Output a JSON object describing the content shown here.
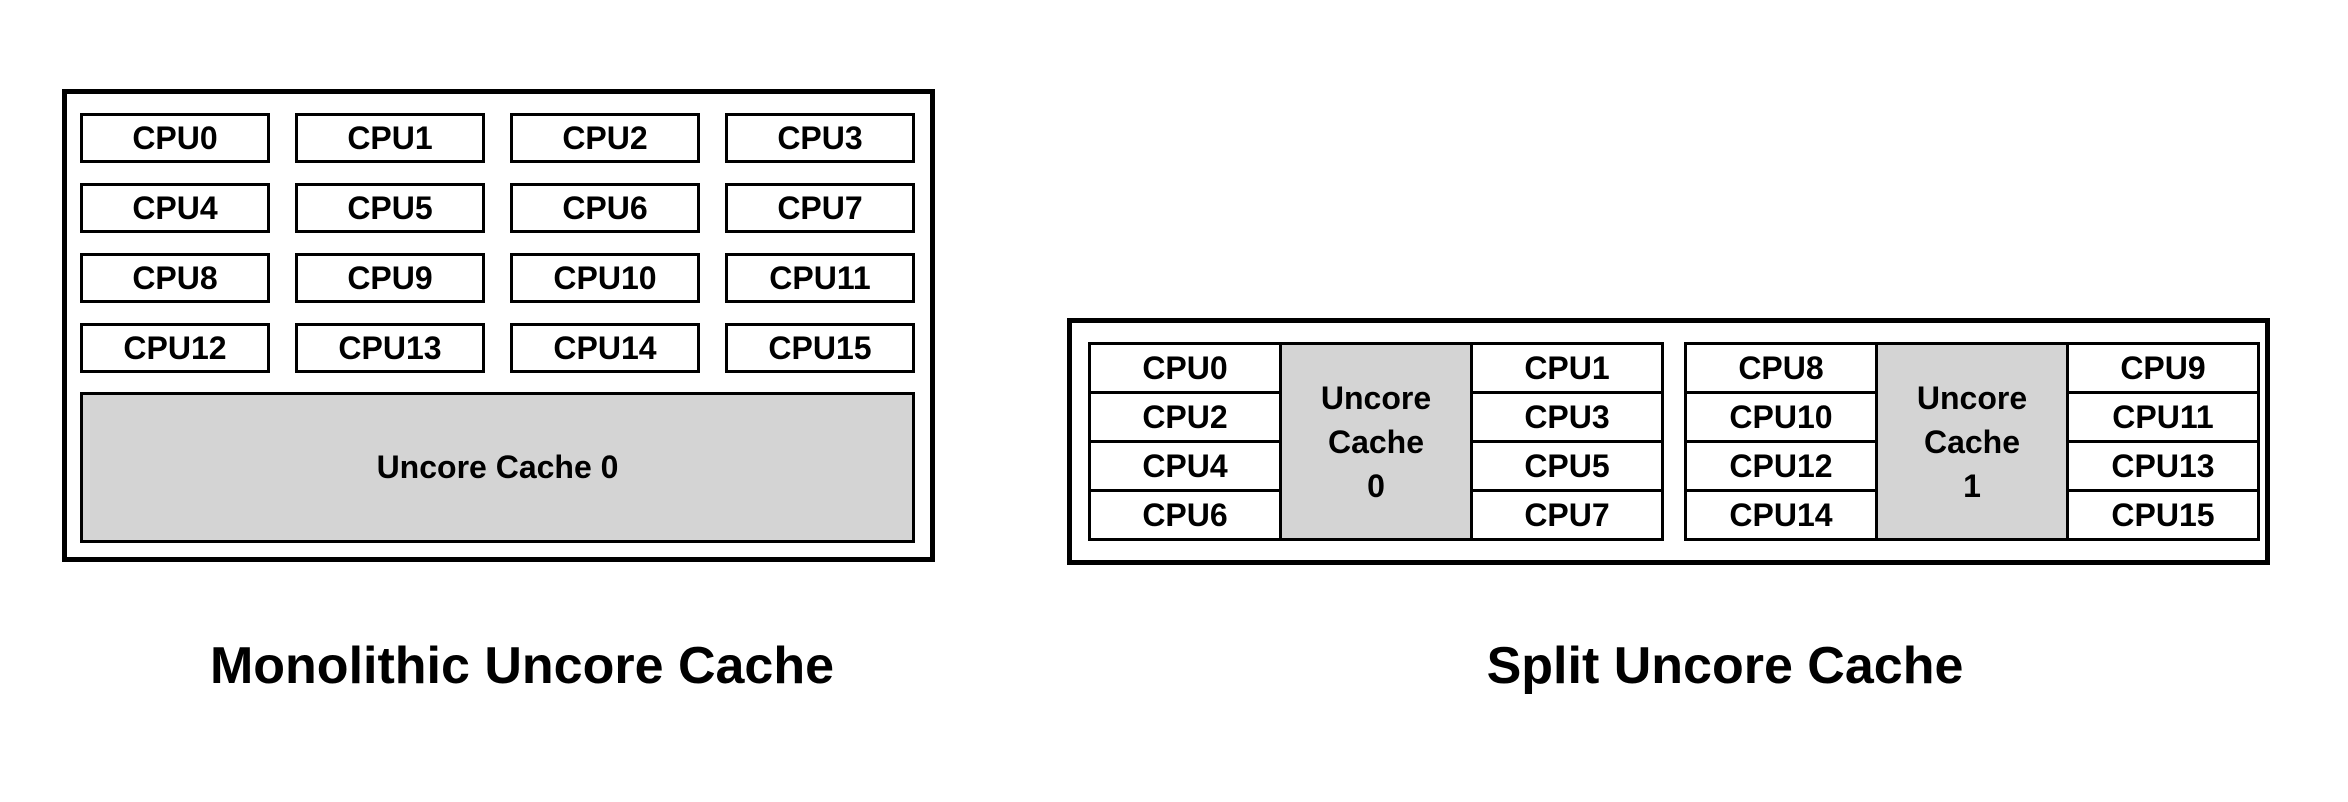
{
  "left_figure": {
    "caption": "Monolithic Uncore Cache",
    "cpus": [
      "CPU0",
      "CPU1",
      "CPU2",
      "CPU3",
      "CPU4",
      "CPU5",
      "CPU6",
      "CPU7",
      "CPU8",
      "CPU9",
      "CPU10",
      "CPU11",
      "CPU12",
      "CPU13",
      "CPU14",
      "CPU15"
    ],
    "uncore_label": "Uncore Cache 0"
  },
  "right_figure": {
    "caption": "Split Uncore Cache",
    "groups": [
      {
        "left_cpus": [
          "CPU0",
          "CPU2",
          "CPU4",
          "CPU6"
        ],
        "uncore_lines": [
          "Uncore",
          "Cache",
          "0"
        ],
        "right_cpus": [
          "CPU1",
          "CPU3",
          "CPU5",
          "CPU7"
        ]
      },
      {
        "left_cpus": [
          "CPU8",
          "CPU10",
          "CPU12",
          "CPU14"
        ],
        "uncore_lines": [
          "Uncore",
          "Cache",
          "1"
        ],
        "right_cpus": [
          "CPU9",
          "CPU11",
          "CPU13",
          "CPU15"
        ]
      }
    ]
  },
  "colors": {
    "cache_fill": "#d4d4d4",
    "border": "#000000",
    "background": "#ffffff",
    "text": "#000000"
  }
}
